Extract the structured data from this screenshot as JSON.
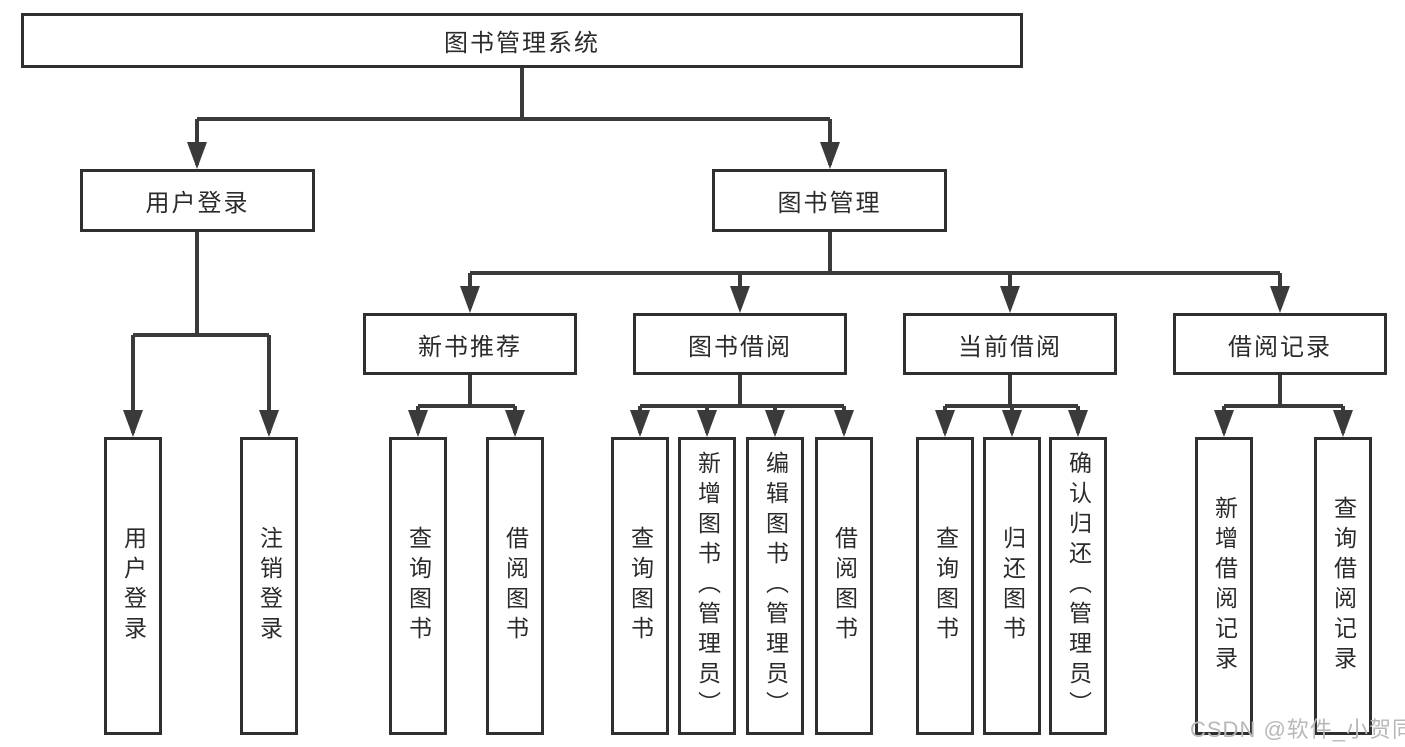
{
  "colors": {
    "background": "#ffffff",
    "line": "#3a3a3a",
    "box_border": "#2f2f2f",
    "text": "#2b2b2b",
    "watermark": "#b8b8b8"
  },
  "nodes": {
    "root": {
      "label": "图书管理系统"
    },
    "level2": [
      {
        "label": "用户登录"
      },
      {
        "label": "图书管理"
      }
    ],
    "level3": [
      {
        "label": "新书推荐",
        "parent": "图书管理"
      },
      {
        "label": "图书借阅",
        "parent": "图书管理"
      },
      {
        "label": "当前借阅",
        "parent": "图书管理"
      },
      {
        "label": "借阅记录",
        "parent": "图书管理"
      }
    ],
    "level4": [
      {
        "label": "用户登录",
        "parent": "用户登录"
      },
      {
        "label": "注销登录",
        "parent": "用户登录"
      },
      {
        "label": "查询图书",
        "parent": "新书推荐"
      },
      {
        "label": "借阅图书",
        "parent": "新书推荐"
      },
      {
        "label": "查询图书",
        "parent": "图书借阅"
      },
      {
        "label": "新增图书（管理员）",
        "parent": "图书借阅"
      },
      {
        "label": "编辑图书（管理员）",
        "parent": "图书借阅"
      },
      {
        "label": "借阅图书",
        "parent": "图书借阅"
      },
      {
        "label": "查询图书",
        "parent": "当前借阅"
      },
      {
        "label": "归还图书",
        "parent": "当前借阅"
      },
      {
        "label": "确认归还（管理员）",
        "parent": "当前借阅"
      },
      {
        "label": "新增借阅记录",
        "parent": "借阅记录"
      },
      {
        "label": "查询借阅记录",
        "parent": "借阅记录"
      }
    ]
  },
  "watermark": {
    "text": "CSDN @软件_小贺同学"
  }
}
